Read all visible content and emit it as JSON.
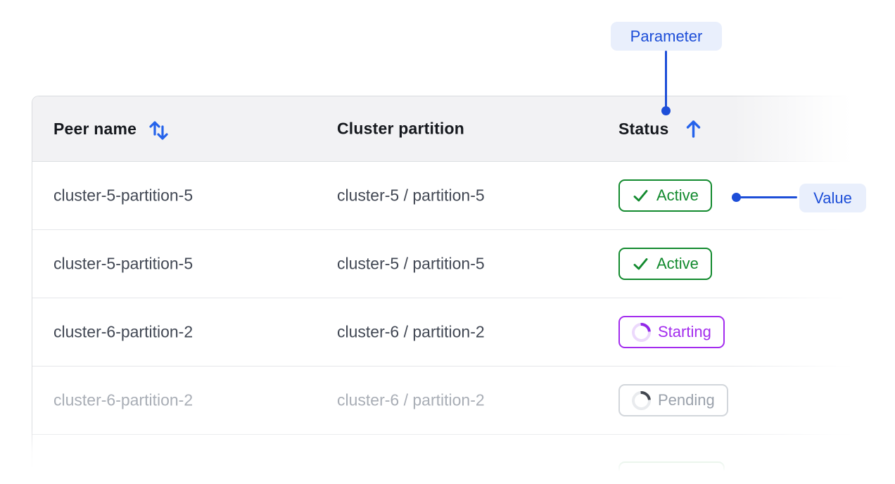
{
  "colors": {
    "accent_blue": "#2563eb",
    "annotation_blue": "#1d4ed8",
    "annotation_pill_bg": "#e9effc",
    "status_green": "#128a2e",
    "status_purple": "#a32cee",
    "status_gray_border": "#d2d6db",
    "status_gray_text": "#9aa1ab",
    "header_bg": "#f2f2f4"
  },
  "annotations": {
    "parameter": {
      "label": "Parameter"
    },
    "value": {
      "label": "Value"
    }
  },
  "table": {
    "columns": [
      {
        "label": "Peer name",
        "sort": "sortable"
      },
      {
        "label": "Cluster partition",
        "sort": "none"
      },
      {
        "label": "Status",
        "sort": "ascending"
      }
    ],
    "rows": [
      {
        "peer": "cluster-5-partition-5",
        "partition": "cluster-5 / partition-5",
        "status": {
          "label": "Active",
          "state": "active"
        }
      },
      {
        "peer": "cluster-5-partition-5",
        "partition": "cluster-5 / partition-5",
        "status": {
          "label": "Active",
          "state": "active"
        }
      },
      {
        "peer": "cluster-6-partition-2",
        "partition": "cluster-6 / partition-2",
        "status": {
          "label": "Starting",
          "state": "starting"
        }
      },
      {
        "peer": "cluster-6-partition-2",
        "partition": "cluster-6 / partition-2",
        "status": {
          "label": "Pending",
          "state": "pending"
        },
        "muted": true
      },
      {
        "peer": "",
        "partition": "",
        "status": {
          "label": "",
          "state": "faded"
        }
      }
    ]
  }
}
